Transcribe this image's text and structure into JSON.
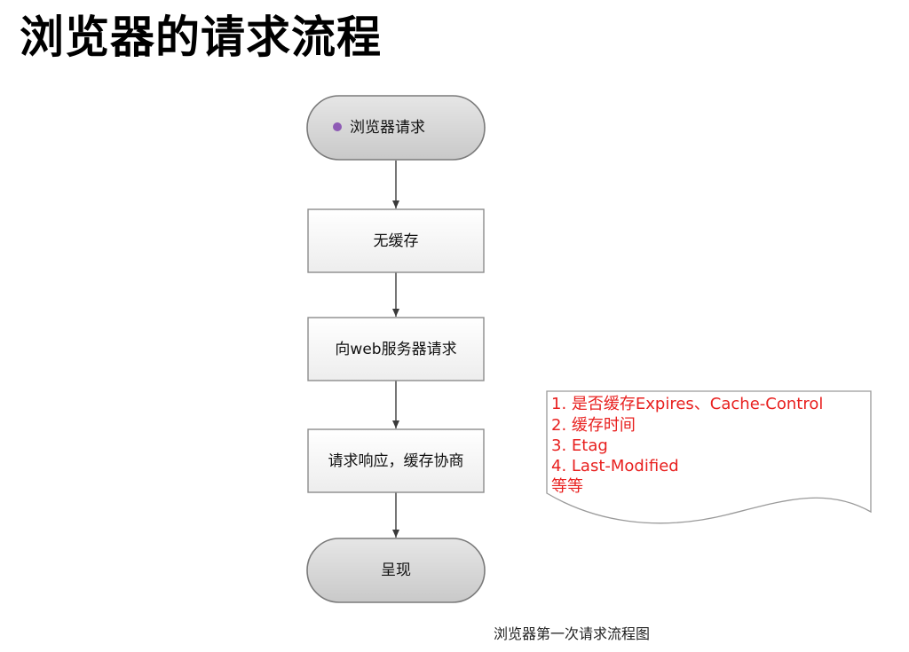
{
  "title": "浏览器的请求流程",
  "colors": {
    "edge": "#3a3a3a",
    "note_text": "#e8201f",
    "start_dot": "#8e5bb5"
  },
  "flowchart": {
    "nodes": [
      {
        "id": "start",
        "shape": "terminal",
        "label": "浏览器请求",
        "bullet": "purple-dot"
      },
      {
        "id": "no-cache",
        "shape": "process",
        "label": "无缓存"
      },
      {
        "id": "request-server",
        "shape": "process",
        "label": "向web服务器请求"
      },
      {
        "id": "response",
        "shape": "process",
        "label": "请求响应，缓存协商"
      },
      {
        "id": "render",
        "shape": "terminal",
        "label": "呈现"
      }
    ],
    "edges": [
      {
        "from": "start",
        "to": "no-cache"
      },
      {
        "from": "no-cache",
        "to": "request-server"
      },
      {
        "from": "request-server",
        "to": "response"
      },
      {
        "from": "response",
        "to": "render"
      }
    ],
    "note": {
      "shape": "document",
      "lines": [
        "1. 是否缓存Expires、Cache-Control",
        "2. 缓存时间",
        "3. Etag",
        "4. Last-Modified",
        "等等"
      ]
    }
  },
  "caption": "浏览器第一次请求流程图"
}
